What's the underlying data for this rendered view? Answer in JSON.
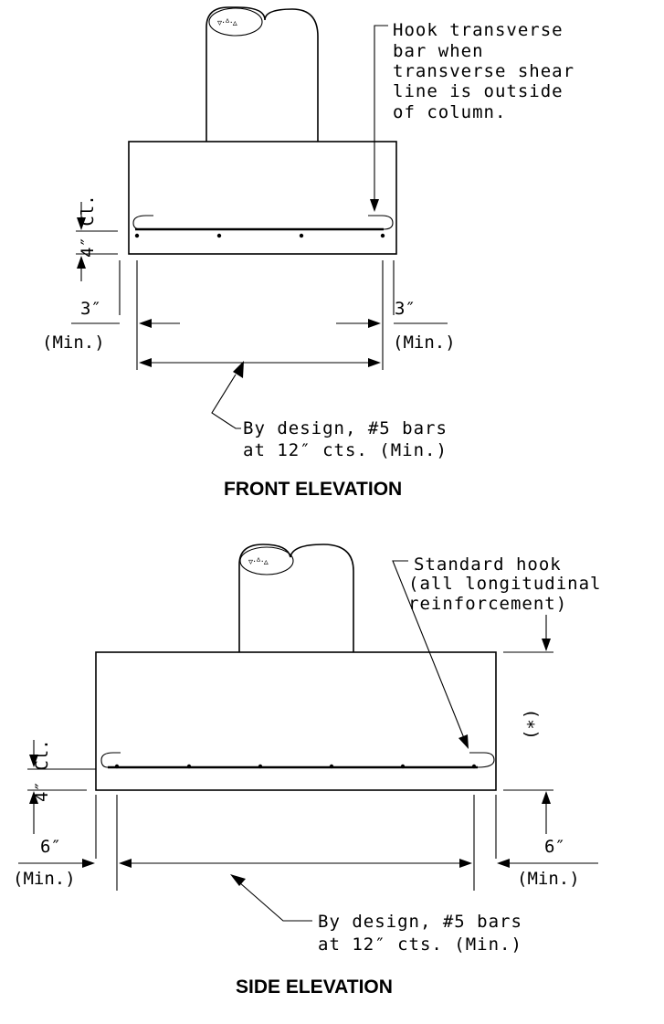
{
  "front": {
    "title": "FRONT ELEVATION",
    "hook_note": [
      "Hook transverse",
      "bar when",
      "transverse shear",
      "line is outside",
      "of column."
    ],
    "bottom_note": [
      "By design, #5 bars",
      "at 12″ cts. (Min.)"
    ],
    "clear_cover": "4″ Cl.",
    "left_dim": "3″",
    "left_min": "(Min.)",
    "right_dim": "3″",
    "right_min": "(Min.)"
  },
  "side": {
    "title": "SIDE ELEVATION",
    "hook_note": [
      "Standard hook",
      "(all longitudinal",
      "reinforcement)"
    ],
    "bottom_note": [
      "By design, #5 bars",
      "at 12″ cts. (Min.)"
    ],
    "clear_cover": "4″ Cl.",
    "left_dim": "6″",
    "left_min": "(Min.)",
    "right_dim": "6″",
    "right_min": "(Min.)",
    "depth_mark": "(∗)"
  }
}
